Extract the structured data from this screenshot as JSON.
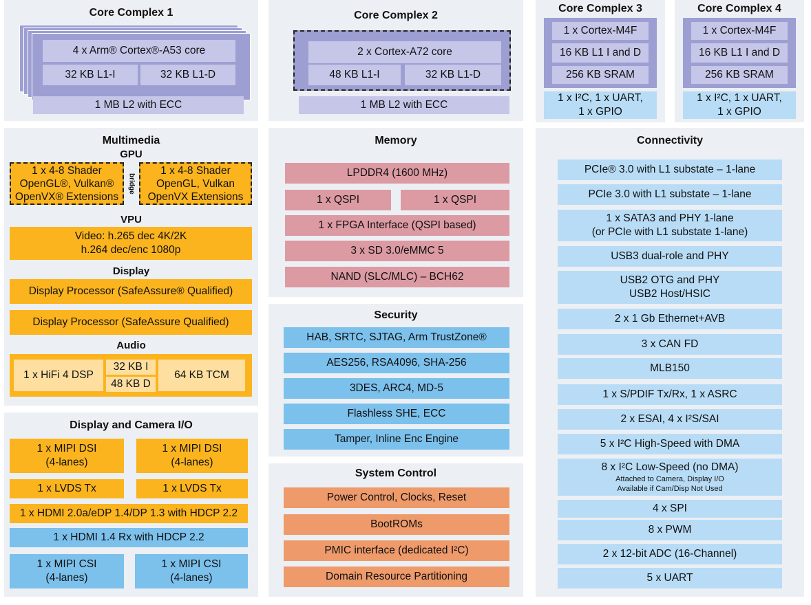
{
  "core1": {
    "title": "Core Complex 1",
    "core": "4 x Arm® Cortex®-A53 core",
    "l1i": "32 KB L1-I",
    "l1d": "32 KB L1-D",
    "l2": "1 MB L2 with ECC"
  },
  "core2": {
    "title": "Core Complex 2",
    "core": "2 x Cortex-A72 core",
    "l1i": "48 KB L1-I",
    "l1d": "32 KB L1-D",
    "l2": "1 MB L2 with ECC"
  },
  "core3": {
    "title": "Core Complex 3",
    "core": "1 x Cortex-M4F",
    "l1": "16 KB L1 I and D",
    "sram": "256 KB SRAM",
    "io1": "1 x I²C, 1 x UART,",
    "io2": "1 x GPIO"
  },
  "core4": {
    "title": "Core Complex 4",
    "core": "1 x Cortex-M4F",
    "l1": "16 KB L1 I and D",
    "sram": "256 KB SRAM",
    "io1": "1 x I²C, 1 x UART,",
    "io2": "1 x GPIO"
  },
  "multimedia": {
    "title": "Multimedia",
    "gpu_title": "GPU",
    "gpu1": [
      "1 x 4-8 Shader",
      "OpenGL®, Vulkan®",
      "OpenVX® Extensions"
    ],
    "gpu2": [
      "1 x 4-8 Shader",
      "OpenGL, Vulkan",
      "OpenVX Extensions"
    ],
    "bridge": "bridge",
    "vpu_title": "VPU",
    "vpu": [
      "Video: h.265 dec 4K/2K",
      "h.264 dec/enc 1080p"
    ],
    "display_title": "Display",
    "dp1": "Display Processor (SafeAssure® Qualified)",
    "dp2": "Display Processor (SafeAssure Qualified)",
    "audio_title": "Audio",
    "dsp": "1 x  HiFi 4 DSP",
    "i": "32 KB I",
    "d": "48 KB D",
    "tcm": "64 KB TCM"
  },
  "dcio": {
    "title": "Display and Camera I/O",
    "dsi1": [
      "1 x MIPI DSI",
      "(4-lanes)"
    ],
    "dsi2": [
      "1 x MIPI DSI",
      "(4-lanes)"
    ],
    "lvds1": "1 x LVDS Tx",
    "lvds2": "1 x LVDS Tx",
    "hdmi_tx": "1 x HDMI 2.0a/eDP 1.4/DP 1.3 with HDCP 2.2",
    "hdmi_rx": "1 x HDMI 1.4 Rx with HDCP 2.2",
    "csi1": [
      "1 x MIPI CSI",
      "(4-lanes)"
    ],
    "csi2": [
      "1 x MIPI CSI",
      "(4-lanes)"
    ]
  },
  "memory": {
    "title": "Memory",
    "items": [
      "LPDDR4 (1600 MHz)",
      "1 x QSPI",
      "1 x QSPI",
      "1 x FPGA Interface (QSPI based)",
      "3 x SD 3.0/eMMC 5",
      "NAND (SLC/MLC) – BCH62"
    ]
  },
  "security": {
    "title": "Security",
    "items": [
      "HAB, SRTC, SJTAG, Arm TrustZone®",
      "AES256, RSA4096, SHA-256",
      "3DES, ARC4, MD-5",
      "Flashless SHE, ECC",
      "Tamper, Inline Enc Engine"
    ]
  },
  "sysctl": {
    "title": "System Control",
    "items": [
      "Power Control, Clocks, Reset",
      "BootROMs",
      "PMIC interface (dedicated I²C)",
      "Domain Resource Partitioning"
    ]
  },
  "conn": {
    "title": "Connectivity",
    "pcie1": "PCIe® 3.0 with L1 substate – 1-lane",
    "pcie2": "PCIe  3.0 with L1 substate – 1-lane",
    "sata": [
      "1 x SATA3 and PHY 1-lane",
      "(or PCIe with L1 substate 1-lane)"
    ],
    "usb3": "USB3 dual-role and PHY",
    "usb2": [
      "USB2 OTG and PHY",
      "USB2 Host/HSIC"
    ],
    "eth": "2 x 1 Gb Ethernet+AVB",
    "can": "3 x CAN FD",
    "mlb": "MLB150",
    "spdif": "1 x S/PDIF Tx/Rx, 1 x ASRC",
    "esai": "2 x ESAI, 4 x I²S/SAI",
    "i2chs": "5 x I²C High-Speed with DMA",
    "i2cls": [
      "8 x I²C Low-Speed (no DMA)",
      "Attached to Camera, Display I/O",
      "Available if Cam/Disp Not Used"
    ],
    "spi": "4 x SPI",
    "pwm": "8 x PWM",
    "adc": "2 x 12-bit ADC (16-Channel)",
    "uart": "5 x UART"
  }
}
